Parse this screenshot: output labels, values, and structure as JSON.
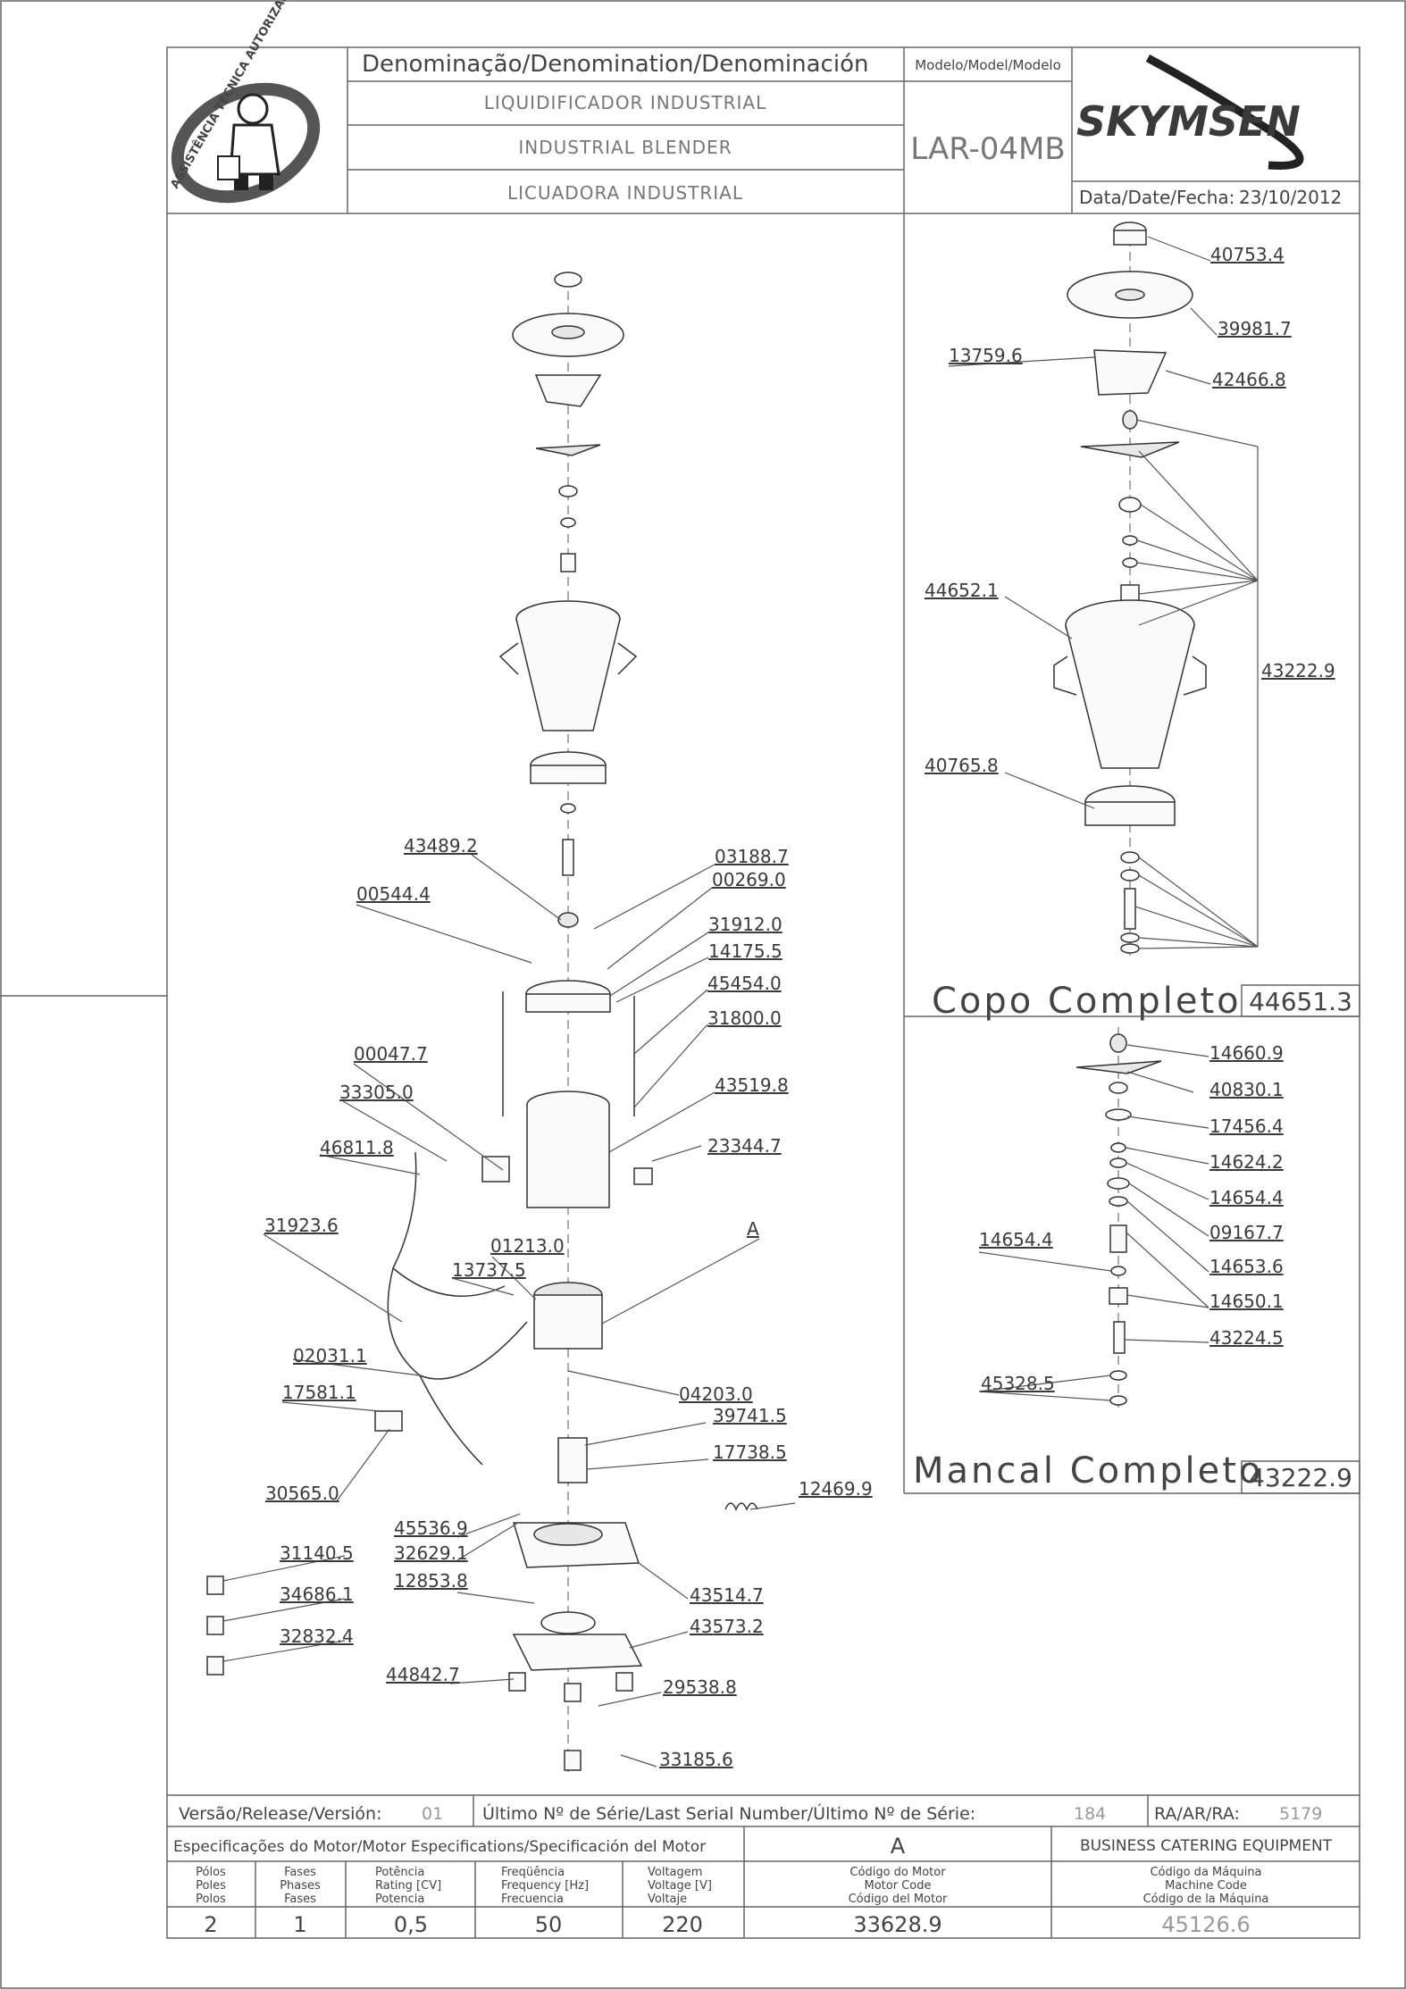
{
  "header": {
    "seal_text": "ASSISTÊNCIA TÉCNICA AUTORIZADA",
    "denomination_title": "Denominação/Denomination/Denominación",
    "names": [
      "LIQUIDIFICADOR INDUSTRIAL",
      "INDUSTRIAL BLENDER",
      "LICUADORA INDUSTRIAL"
    ],
    "model_title": "Modelo/Model/Modelo",
    "model": "LAR-04MB",
    "brand": "SKYMSEN",
    "date_label": "Data/Date/Fecha:",
    "date": "23/10/2012"
  },
  "main_labels": [
    "43489.2",
    "00544.4",
    "03188.7",
    "00269.0",
    "31912.0",
    "14175.5",
    "45454.0",
    "31800.0",
    "00047.7",
    "33305.0",
    "43519.8",
    "46811.8",
    "23344.7",
    "31923.6",
    "01213.0",
    "13737.5",
    "A",
    "02031.1",
    "17581.1",
    "04203.0",
    "39741.5",
    "17738.5",
    "30565.0",
    "12469.9",
    "45536.9",
    "32629.1",
    "31140.5",
    "12853.8",
    "43514.7",
    "34686.1",
    "43573.2",
    "32832.4",
    "44842.7",
    "29538.8",
    "33185.6"
  ],
  "copo": {
    "labels": [
      "40753.4",
      "39981.7",
      "13759.6",
      "42466.8",
      "44652.1",
      "43222.9",
      "40765.8"
    ],
    "title": "Copo Completo",
    "code": "44651.3"
  },
  "mancal": {
    "labels": [
      "14660.9",
      "40830.1",
      "17456.4",
      "14624.2",
      "14654.4",
      "09167.7",
      "14654.4",
      "14653.6",
      "14650.1",
      "43224.5",
      "45328.5"
    ],
    "title": "Mancal Completo",
    "code": "43222.9"
  },
  "footer": {
    "version_label": "Versão/Release/Versión:",
    "version": "01",
    "serial_label": "Último Nº de Série/Last Serial Number/Último Nº de Série:",
    "serial": "184",
    "ra_label": "RA/AR/RA:",
    "ra": "5179",
    "motor_spec_title": "Especificações do Motor/Motor Especifications/Specificación del Motor",
    "motor_ref": "A",
    "business": "BUSINESS CATERING EQUIPMENT",
    "columns": [
      {
        "l1": "Pólos",
        "l2": "Poles",
        "l3": "Polos",
        "value": "2"
      },
      {
        "l1": "Fases",
        "l2": "Phases",
        "l3": "Fases",
        "value": "1"
      },
      {
        "l1": "Potência",
        "l2": "Rating [CV]",
        "l3": "Potencia",
        "value": "0,5"
      },
      {
        "l1": "Freqüência",
        "l2": "Frequency [Hz]",
        "l3": "Frecuencia",
        "value": "50"
      },
      {
        "l1": "Voltagem",
        "l2": "Voltage [V]",
        "l3": "Voltaje",
        "value": "220"
      },
      {
        "l1": "Código do Motor",
        "l2": "Motor Code",
        "l3": "Código del Motor",
        "value": "33628.9"
      },
      {
        "l1": "Código da Máquina",
        "l2": "Machine Code",
        "l3": "Código de la Máquina",
        "value": "45126.6"
      }
    ]
  }
}
